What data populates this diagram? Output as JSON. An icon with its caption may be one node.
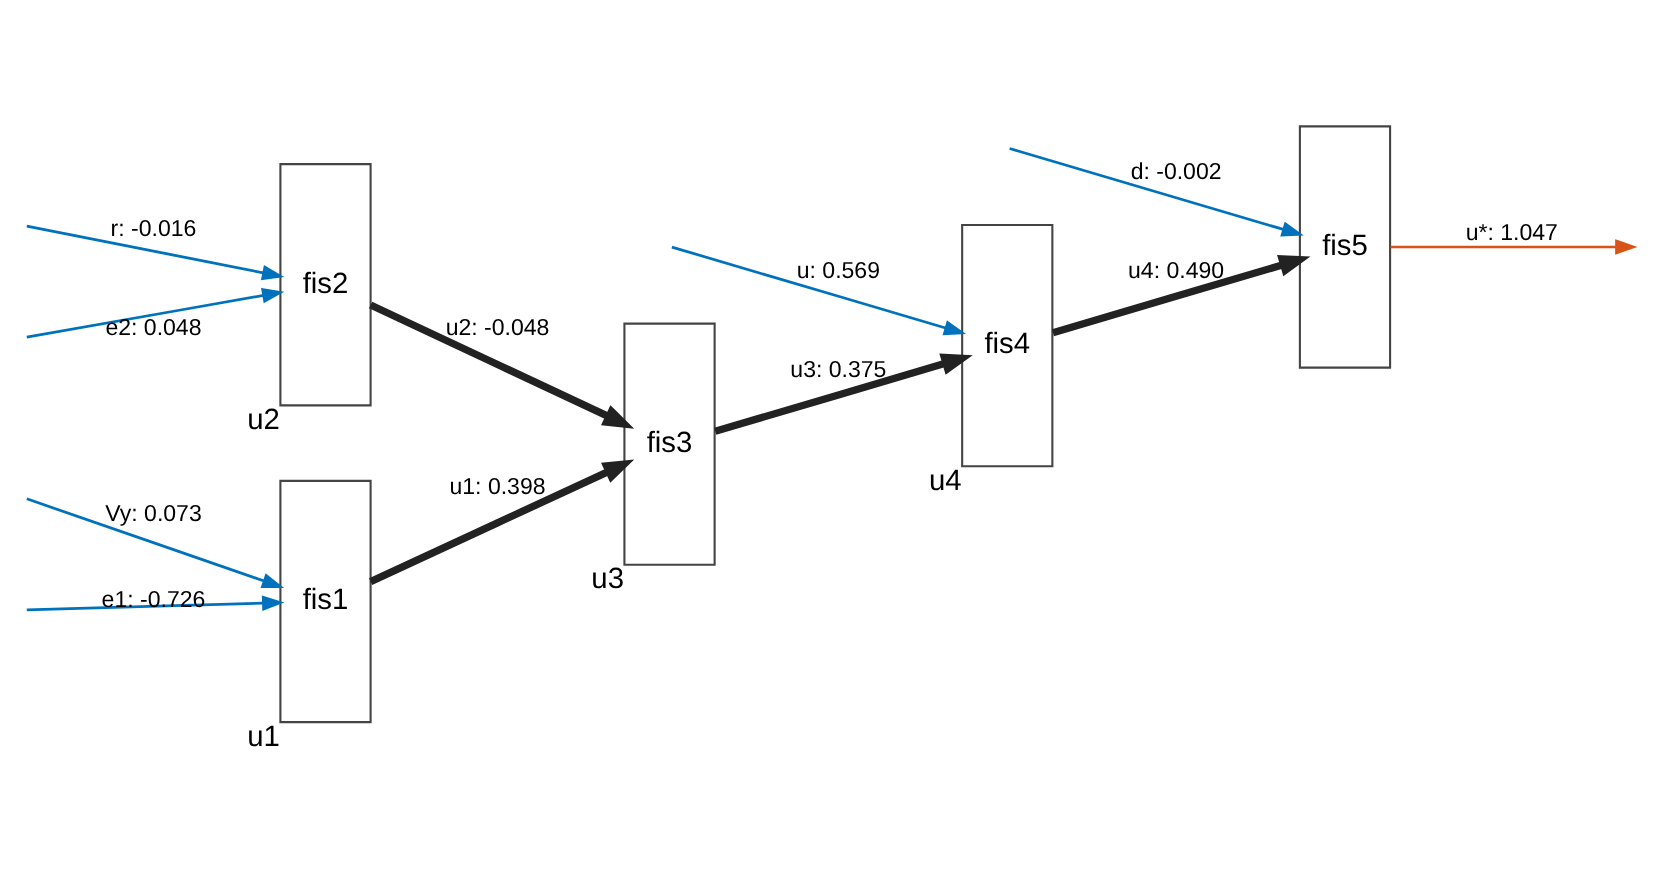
{
  "diagram": {
    "nodes": [
      {
        "text": [
          "fis1"
        ],
        "beside": [
          "u1"
        ]
      },
      {
        "text": [
          "fis2"
        ],
        "beside": [
          "u2"
        ]
      },
      {
        "text": [
          "fis3"
        ],
        "beside": [
          "u3"
        ]
      },
      {
        "text": [
          "fis4"
        ],
        "beside": [
          "u4"
        ]
      },
      {
        "text": [
          "fis5"
        ]
      }
    ],
    "edges": [
      {
        "from": null,
        "to": 0,
        "arrow": "to",
        "label": "Vy: 0.073"
      },
      {
        "from": null,
        "to": 0,
        "arrow": "to",
        "label": "e1: -0.726"
      },
      {
        "from": null,
        "to": 1,
        "arrow": "to",
        "label": "r: -0.016"
      },
      {
        "from": null,
        "to": 1,
        "arrow": "to",
        "label": "e2: 0.048"
      },
      {
        "from": 0,
        "to": 2,
        "arrow": "to",
        "label": "u1: 0.398",
        "style": "thick",
        "color": "#222222"
      },
      {
        "from": 1,
        "to": 2,
        "arrow": "to",
        "label": "u2: -0.048",
        "style": "thick",
        "color": "#222222"
      },
      {
        "from": 2,
        "to": 3,
        "arrow": "to",
        "label": "u3: 0.375",
        "style": "thick",
        "color": "#222222"
      },
      {
        "from": null,
        "to": 3,
        "arrow": "to",
        "label": "u: 0.569"
      },
      {
        "from": 3,
        "to": 4,
        "arrow": "to",
        "label": "u4: 0.490",
        "style": "thick",
        "color": "#222222"
      },
      {
        "from": null,
        "to": 4,
        "arrow": "to",
        "label": "d: -0.002"
      },
      {
        "from": 4,
        "to": null,
        "arrow": "to",
        "label": "u*: 1.047",
        "color": "#d95319"
      }
    ]
  }
}
